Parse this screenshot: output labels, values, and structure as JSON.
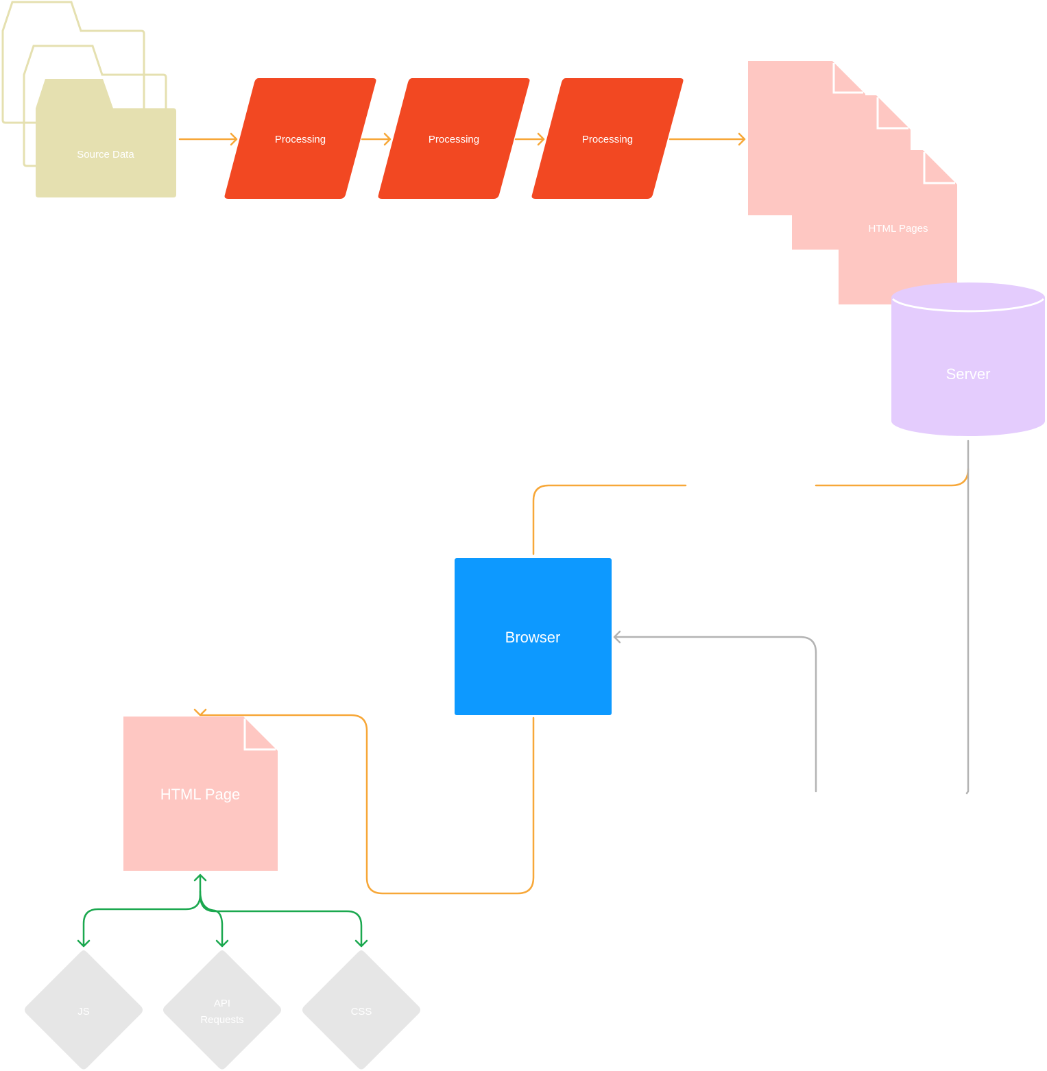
{
  "colors": {
    "source_fill": "#e5e0b0",
    "source_outline": "#e5e0b0",
    "processing_fill": "#f24822",
    "pages_fill": "#fec7c2",
    "server_fill": "#e4ccfd",
    "browser_fill": "#0d99ff",
    "asset_fill": "#e6e6e6",
    "connector_orange": "#f7a738",
    "connector_gray": "#b3b3b3",
    "connector_green": "#1ba84f",
    "label_white": "#ffffff"
  },
  "nodes": {
    "source_data": {
      "label": "Source Data",
      "icon": "folder-stack-icon"
    },
    "processing_1": {
      "label": "Processing",
      "icon": "parallelogram-shape"
    },
    "processing_2": {
      "label": "Processing",
      "icon": "parallelogram-shape"
    },
    "processing_3": {
      "label": "Processing",
      "icon": "parallelogram-shape"
    },
    "html_pages": {
      "label": "HTML Pages",
      "icon": "document-stack-icon"
    },
    "server": {
      "label": "Server",
      "icon": "database-cylinder-icon"
    },
    "browser": {
      "label": "Browser",
      "icon": "square-shape"
    },
    "html_page": {
      "label": "HTML Page",
      "icon": "document-icon"
    },
    "js": {
      "label": "JS",
      "icon": "diamond-shape"
    },
    "api_requests": {
      "label_line1": "API",
      "label_line2": "Requests",
      "icon": "diamond-shape"
    },
    "css": {
      "label": "CSS",
      "icon": "diamond-shape"
    }
  }
}
